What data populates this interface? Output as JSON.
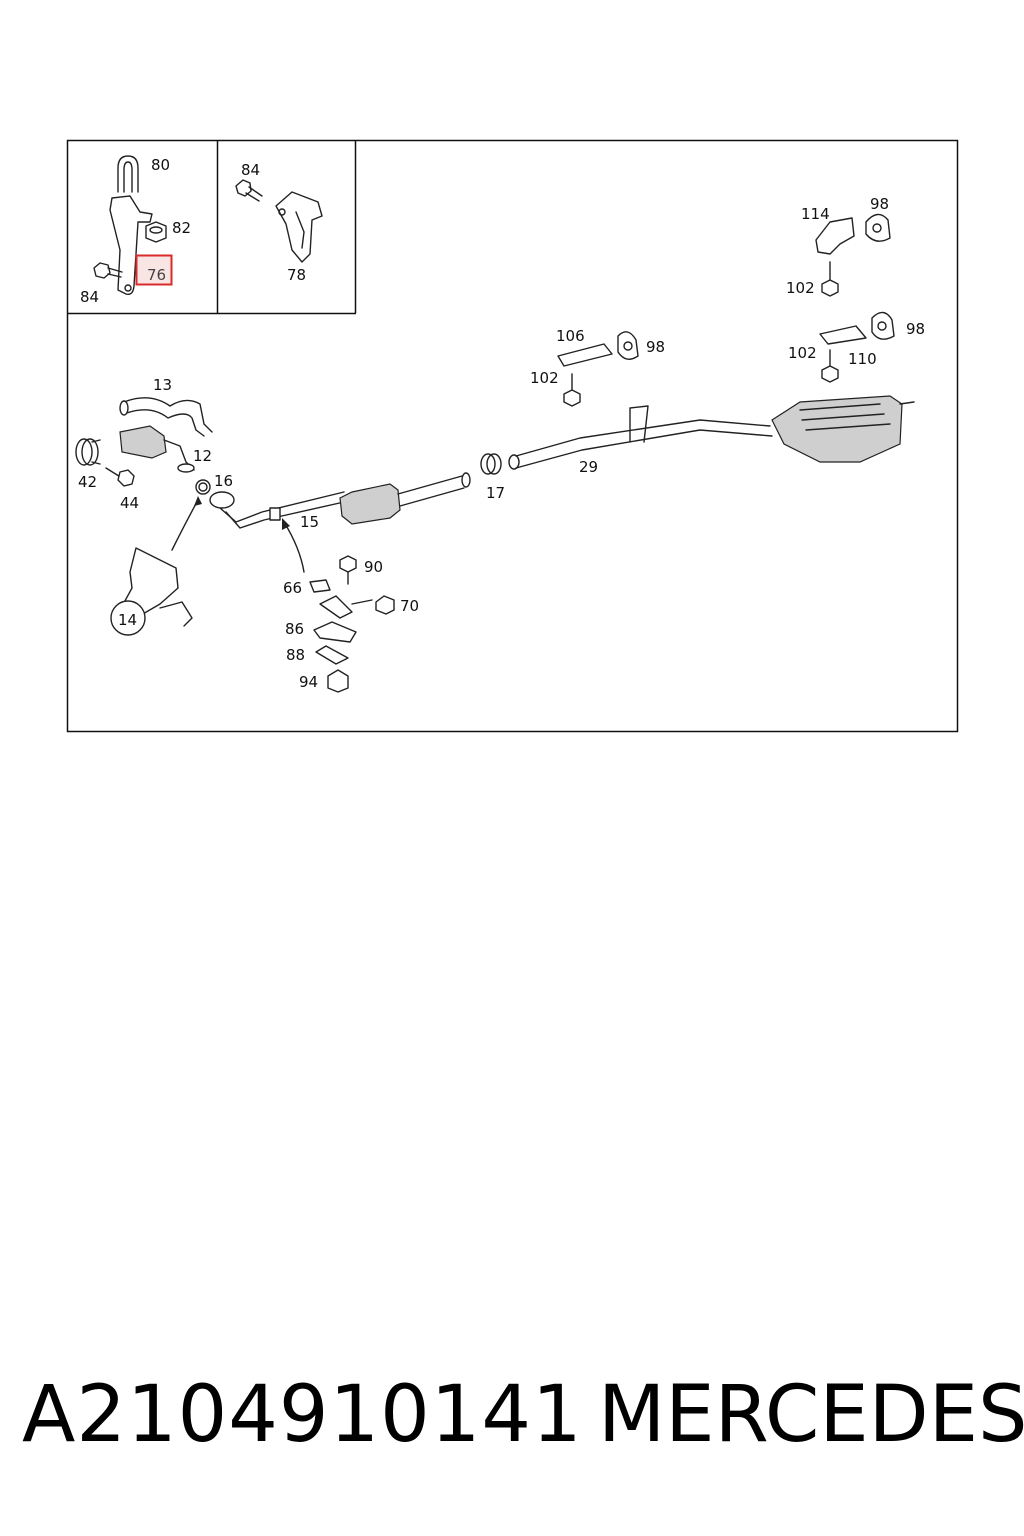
{
  "diagram": {
    "highlight_color": "#d92b2b",
    "highlighted_part": "76",
    "inset_left_labels": [
      "80",
      "82",
      "76",
      "84"
    ],
    "inset_mid_labels": [
      "84",
      "78"
    ],
    "main_labels": {
      "p13": "13",
      "p12": "12",
      "p42": "42",
      "p44": "44",
      "p16": "16",
      "p14": "14",
      "p15": "15",
      "p17": "17",
      "p29": "29",
      "p66": "66",
      "p90": "90",
      "p70": "70",
      "p86": "86",
      "p88": "88",
      "p94": "94",
      "p106": "106",
      "p98a": "98",
      "p102a": "102",
      "p114": "114",
      "p98b": "98",
      "p102b": "102",
      "p98c": "98",
      "p102c": "102",
      "p110": "110"
    }
  },
  "footer": {
    "part_number": "A2104910141",
    "brand": "MERCEDES"
  }
}
